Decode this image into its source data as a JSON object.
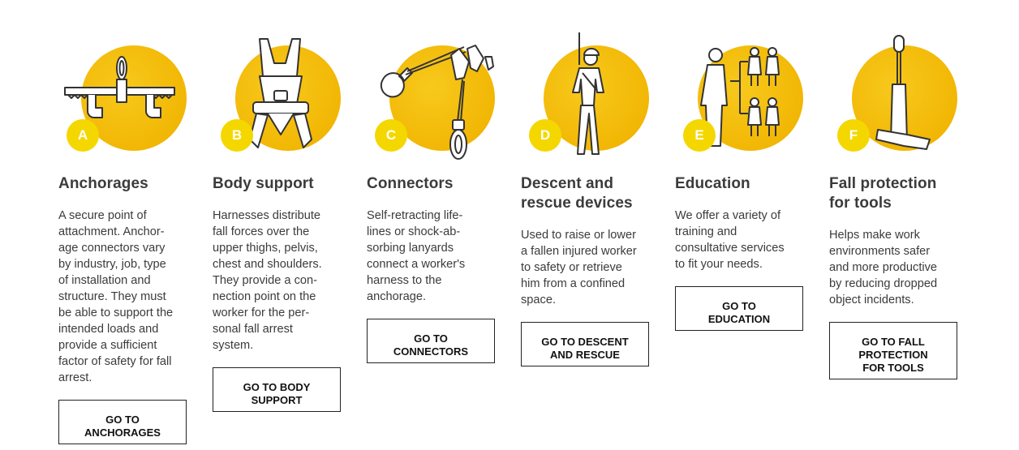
{
  "colors": {
    "accent_yellow": "#f2b705",
    "badge_yellow": "#f5d700",
    "text": "#3b3b3b",
    "button_border": "#222222"
  },
  "cards": [
    {
      "letter": "A",
      "icon": "anchor-connector-icon",
      "title": "Anchorages",
      "description": "A secure point of\nattachment. Anchor-\nage connectors vary\nby industry, job, type\nof installation and\nstructure. They must\nbe able to support the\nintended loads and\nprovide a sufficient\nfactor of safety for fall\narrest.",
      "button": "GO TO\nANCHORAGES"
    },
    {
      "letter": "B",
      "icon": "harness-icon",
      "title": "Body support",
      "description": "Harnesses distribute\nfall forces over the\nupper thighs, pelvis,\nchest and shoulders.\nThey provide a con-\nnection point on the\nworker for the per-\nsonal fall arrest\nsystem.",
      "button": "GO TO BODY\nSUPPORT"
    },
    {
      "letter": "C",
      "icon": "lanyard-icon",
      "title": "Connectors",
      "description": "Self-retracting life-\nlines or shock-ab-\nsorbing lanyards\nconnect a worker's\nharness to the\nanchorage.",
      "button": "GO TO\nCONNECTORS"
    },
    {
      "letter": "D",
      "icon": "rescue-worker-icon",
      "title": "Descent and\nrescue devices",
      "description": "Used to raise or lower\na fallen injured worker\nto safety or retrieve\nhim from a confined\nspace.",
      "button": "GO TO DESCENT\nAND RESCUE"
    },
    {
      "letter": "E",
      "icon": "education-workers-icon",
      "title": "Education",
      "description": "We offer a variety of\ntraining and\nconsultative services\nto fit your needs.",
      "button": "GO TO\nEDUCATION"
    },
    {
      "letter": "F",
      "icon": "hammer-tether-icon",
      "title": "Fall protection\nfor tools",
      "description": "Helps make work\nenvironments safer\nand more productive\nby reducing dropped\nobject incidents.",
      "button": "GO TO FALL\nPROTECTION\nFOR TOOLS"
    }
  ]
}
